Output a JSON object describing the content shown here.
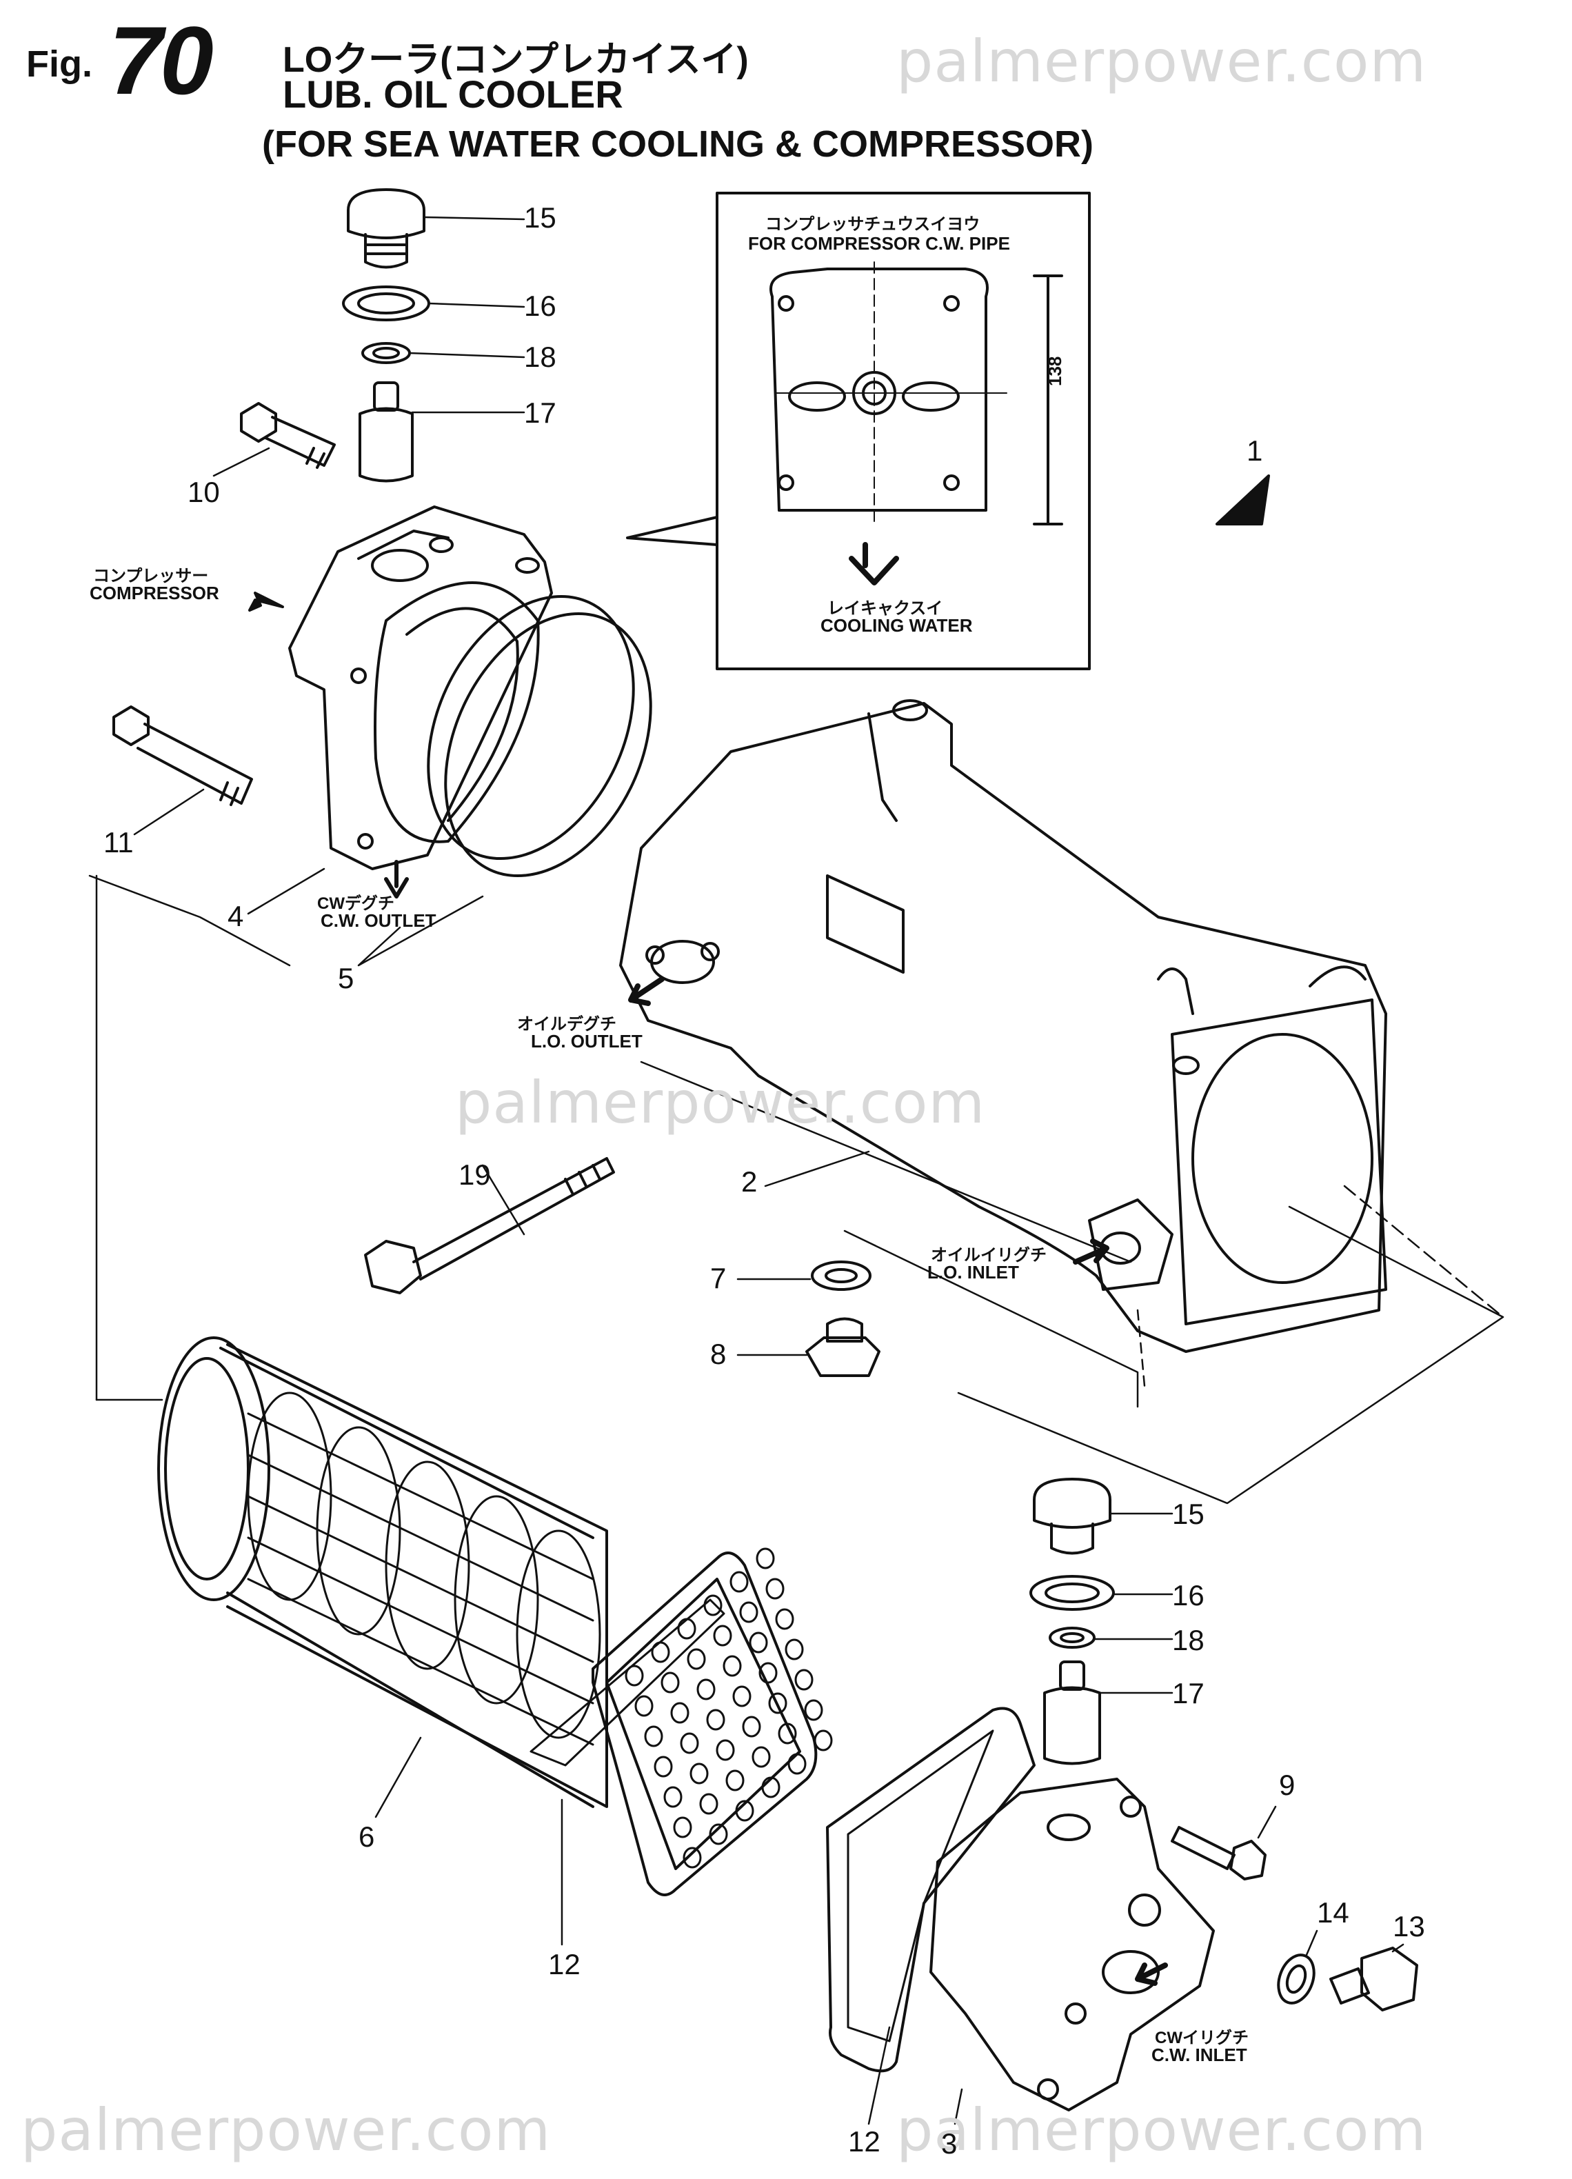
{
  "header": {
    "fig_label": "Fig.",
    "fig_number": "70",
    "title_jp": "LOクーラ(コンプレカイスイ)",
    "title_en": "LUB. OIL COOLER",
    "subtitle": "(FOR SEA WATER COOLING & COMPRESSOR)"
  },
  "watermarks": [
    "palmerpower.com",
    "palmerpower.com",
    "palmerpower.com",
    "palmerpower.com"
  ],
  "inset": {
    "caption_jp": "コンプレッサチュウスイヨウ",
    "caption_en": "FOR COMPRESSOR C.W. PIPE",
    "dimension": "138",
    "flow_jp": "レイキャクスイ",
    "flow_en": "COOLING WATER"
  },
  "annotations": {
    "compressor_jp": "コンプレッサー",
    "compressor_en": "COMPRESSOR",
    "cw_outlet_jp": "CWデグチ",
    "cw_outlet_en": "C.W. OUTLET",
    "lo_outlet_jp": "オイルデグチ",
    "lo_outlet_en": "L.O. OUTLET",
    "lo_inlet_jp": "オイルイリグチ",
    "lo_inlet_en": "L.O. INLET",
    "cw_inlet_jp": "CWイリグチ",
    "cw_inlet_en": "C.W. INLET"
  },
  "part_numbers": {
    "p15a": "15",
    "p16a": "16",
    "p18a": "18",
    "p17a": "17",
    "p10": "10",
    "p1": "1",
    "p11": "11",
    "p4": "4",
    "p5": "5",
    "p19": "19",
    "p2": "2",
    "p7": "7",
    "p8": "8",
    "p15b": "15",
    "p16b": "16",
    "p18b": "18",
    "p17b": "17",
    "p9": "9",
    "p6": "6",
    "p12a": "12",
    "p14": "14",
    "p13": "13",
    "p12b": "12",
    "p3": "3"
  }
}
